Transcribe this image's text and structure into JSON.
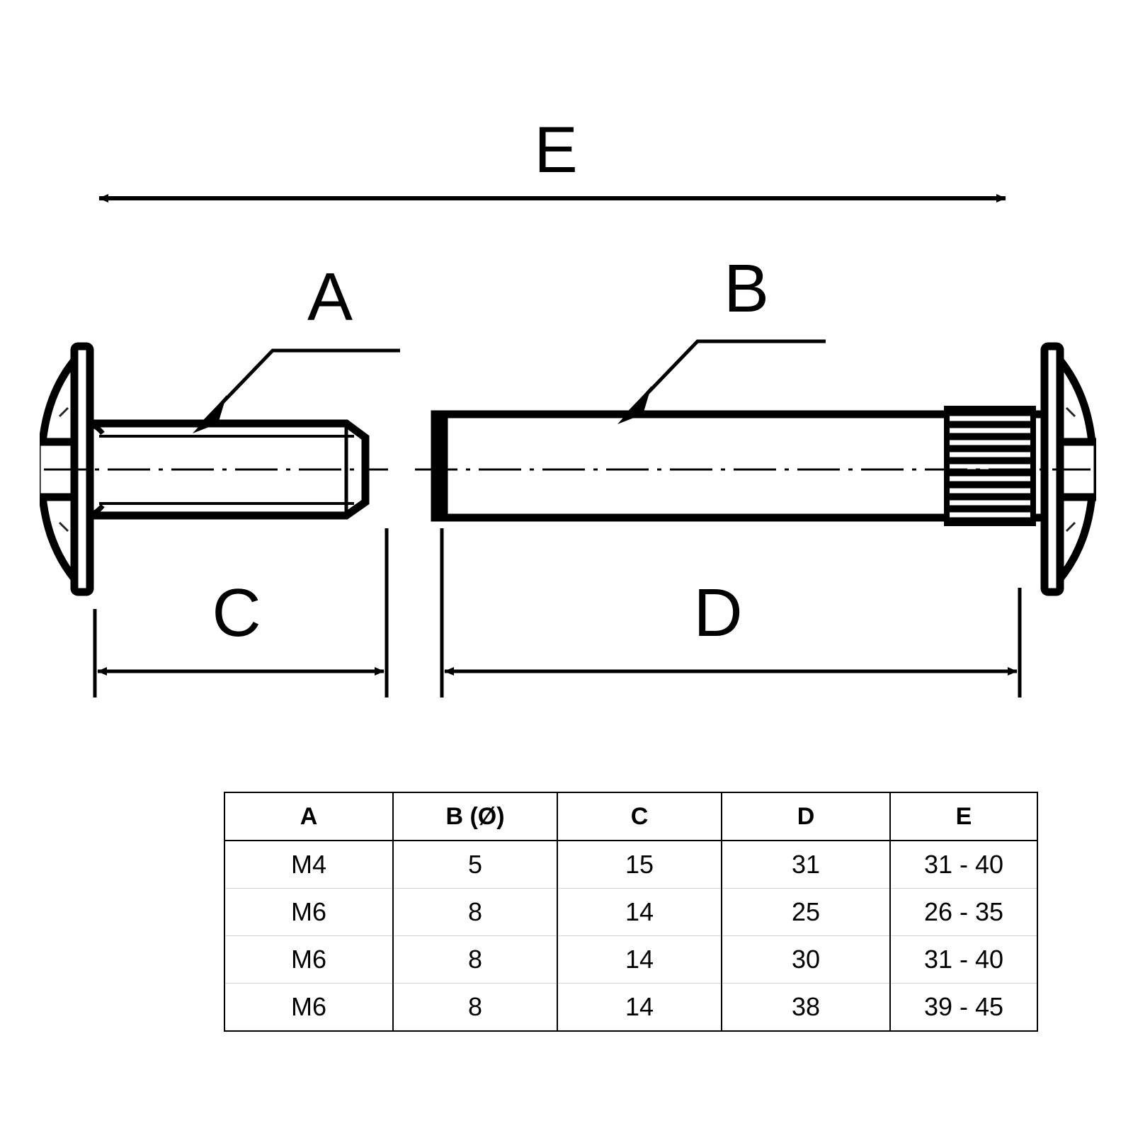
{
  "drawing": {
    "title_present": false,
    "dimension_labels": {
      "overall": "E",
      "thread_designation": "A",
      "barrel_diameter": "B",
      "screw_length": "C",
      "barrel_length": "D"
    },
    "leaders": [
      {
        "label": "A",
        "points_to": "screw-threaded-shaft"
      },
      {
        "label": "B",
        "points_to": "barrel-sleeve-body"
      }
    ],
    "dimension_lines": [
      {
        "label": "E",
        "span": "full-assembly",
        "position": "top"
      },
      {
        "label": "C",
        "span": "screw-shaft",
        "position": "bottom-left"
      },
      {
        "label": "D",
        "span": "barrel-sleeve",
        "position": "bottom-right"
      }
    ],
    "parts": [
      {
        "name": "screw",
        "features": [
          "slotted-pan-head",
          "flange",
          "threaded-shaft",
          "chamfered-tip"
        ]
      },
      {
        "name": "barrel-nut",
        "features": [
          "slotted-pan-head",
          "flange",
          "smooth-sleeve",
          "knurled-thread-section"
        ]
      }
    ]
  },
  "table": {
    "headers": [
      "A",
      "B (Ø)",
      "C",
      "D",
      "E"
    ],
    "rows": [
      [
        "M4",
        "5",
        "15",
        "31",
        "31 - 40"
      ],
      [
        "M6",
        "8",
        "14",
        "25",
        "26 - 35"
      ],
      [
        "M6",
        "8",
        "14",
        "30",
        "31 - 40"
      ],
      [
        "M6",
        "8",
        "14",
        "38",
        "39 - 45"
      ]
    ]
  },
  "chart_data": {
    "type": "table",
    "title": "",
    "columns": [
      "A",
      "B (Ø)",
      "C",
      "D",
      "E"
    ],
    "column_meanings": {
      "A": "thread size",
      "B (Ø)": "barrel diameter (mm)",
      "C": "screw length (mm)",
      "D": "barrel length (mm)",
      "E": "total assembly length range (mm)"
    },
    "rows": [
      {
        "A": "M4",
        "B": 5,
        "C": 15,
        "D": 31,
        "E": "31 - 40"
      },
      {
        "A": "M6",
        "B": 8,
        "C": 14,
        "D": 25,
        "E": "26 - 35"
      },
      {
        "A": "M6",
        "B": 8,
        "C": 14,
        "D": 30,
        "E": "31 - 40"
      },
      {
        "A": "M6",
        "B": 8,
        "C": 14,
        "D": 38,
        "E": "39 - 45"
      }
    ]
  },
  "colors": {
    "ink": "#000000",
    "paper": "#ffffff",
    "table_row_rule": "#d4d4d4"
  }
}
